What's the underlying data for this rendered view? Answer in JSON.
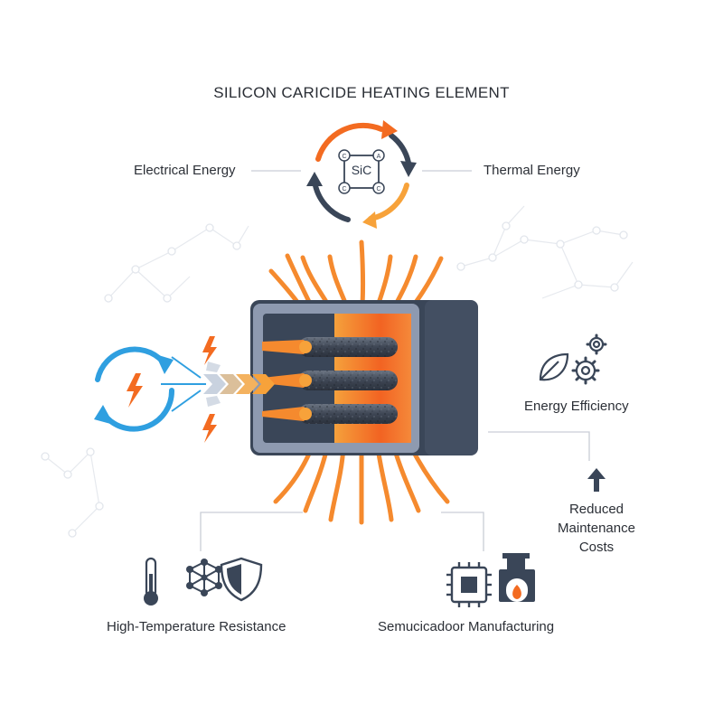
{
  "title": "SILICON CARICIDE HEATING ELEMENT",
  "labels": {
    "electrical_energy": "Electrical Energy",
    "thermal_energy": "Thermal Energy",
    "energy_efficiency": "Energy Efficiency",
    "reduced_maintenance": "Reduced Maintenance Costs",
    "high_temperature": "High-Temperature Resistance",
    "semiconductor": "Semucicadoor Manufacturing"
  },
  "chip": {
    "text": "SiC",
    "corner_letters": [
      "C",
      "A",
      "C",
      "C"
    ]
  },
  "icons": {
    "cycle": "electricity-cycle-icon",
    "bolt": "lightning-bolt-icon",
    "gears": "leaf-gears-icon",
    "arrow_up": "up-arrow-icon",
    "thermometer": "thermometer-icon",
    "molecule": "molecule-icon",
    "shield": "shield-icon",
    "chip": "microchip-icon",
    "factory": "factory-icon"
  },
  "colors": {
    "navy": "#3a4658",
    "orange": "#f36b21",
    "amber": "#f7a23a",
    "blue": "#2f9fe0",
    "line": "#c9ced6"
  }
}
